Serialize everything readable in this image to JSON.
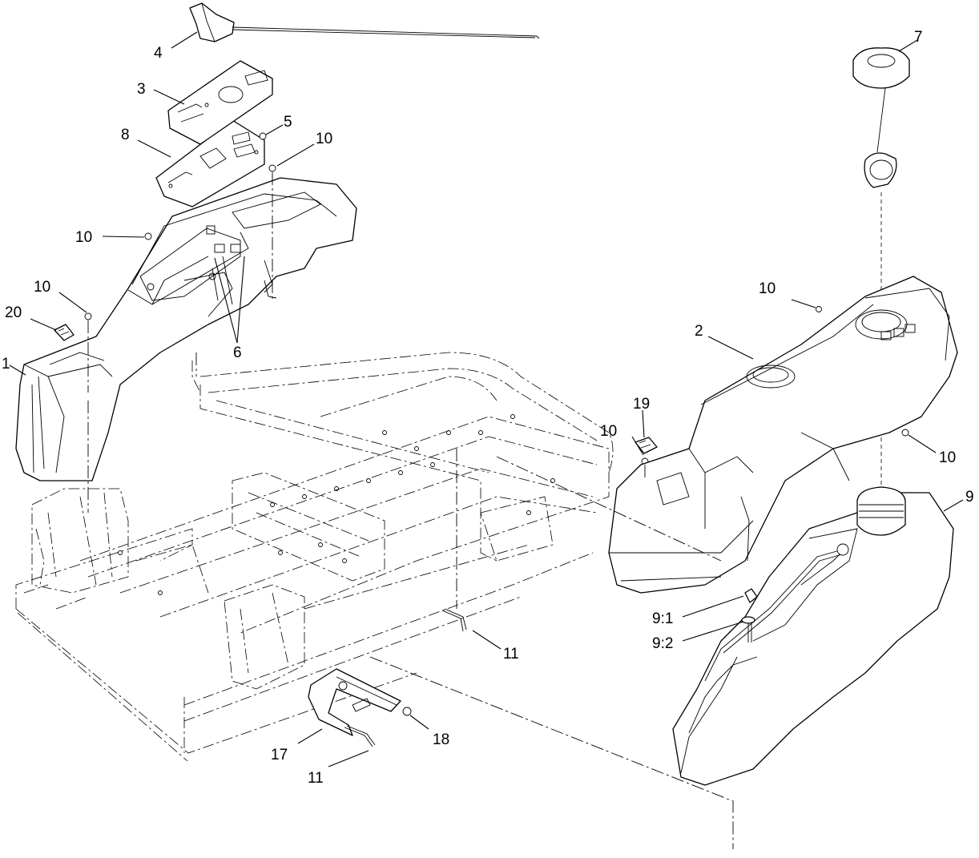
{
  "callouts": [
    {
      "id": "c4",
      "text": "4"
    },
    {
      "id": "c7",
      "text": "7"
    },
    {
      "id": "c3",
      "text": "3"
    },
    {
      "id": "c5",
      "text": "5"
    },
    {
      "id": "c8",
      "text": "8"
    },
    {
      "id": "c10a",
      "text": "10"
    },
    {
      "id": "c10b",
      "text": "10"
    },
    {
      "id": "c10c",
      "text": "10"
    },
    {
      "id": "c20",
      "text": "20"
    },
    {
      "id": "c10d",
      "text": "10"
    },
    {
      "id": "c6",
      "text": "6"
    },
    {
      "id": "c1",
      "text": "1"
    },
    {
      "id": "c2",
      "text": "2"
    },
    {
      "id": "c19",
      "text": "19"
    },
    {
      "id": "c10e",
      "text": "10"
    },
    {
      "id": "c10f",
      "text": "10"
    },
    {
      "id": "c9",
      "text": "9"
    },
    {
      "id": "c91",
      "text": "9:1"
    },
    {
      "id": "c92",
      "text": "9:2"
    },
    {
      "id": "c11a",
      "text": "11"
    },
    {
      "id": "c18",
      "text": "18"
    },
    {
      "id": "c17",
      "text": "17"
    },
    {
      "id": "c11b",
      "text": "11"
    }
  ]
}
